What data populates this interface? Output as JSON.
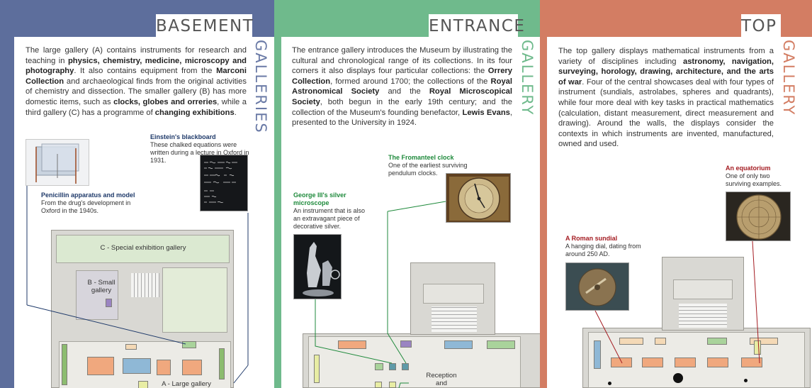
{
  "basement": {
    "title": "BASEMENT",
    "side": "GALLERIES",
    "para": [
      {
        "t": "The large gallery (A) contains instruments for research and teaching in "
      },
      {
        "t": "physics, chemistry, medicine, microscopy and photography",
        "b": 1
      },
      {
        "t": ". It also contains equipment from the "
      },
      {
        "t": "Marconi Collection",
        "b": 1
      },
      {
        "t": " and archaeological finds from the original activities of chemistry and dissection. The smaller gallery (B) has more domestic items, such as "
      },
      {
        "t": "clocks, globes and orreries",
        "b": 1
      },
      {
        "t": ", while a third gallery (C) has a programme of "
      },
      {
        "t": "changing exhibitions",
        "b": 1
      },
      {
        "t": "."
      }
    ],
    "board_title": "Einstein's blackboard",
    "board_text": "These chalked equations were written during a lecture in Oxford in 1931.",
    "peni_title": "Penicillin apparatus and model",
    "peni_text": "From the drug's development in Oxford in the 1940s.",
    "room_c": "C - Special exhibition gallery",
    "room_b": "B - Small gallery",
    "room_a": "A - Large gallery"
  },
  "entrance": {
    "title": "ENTRANCE",
    "side": "GALLERY",
    "para": [
      {
        "t": "The entrance gallery introduces the Museum by illustrating the cultural and chronological range of its collections. In its four corners it also displays four particular collections: the "
      },
      {
        "t": "Orrery Collection",
        "b": 1
      },
      {
        "t": ", formed around 1700; the collections of the "
      },
      {
        "t": "Royal Astronomical Society",
        "b": 1
      },
      {
        "t": " and the "
      },
      {
        "t": "Royal Microscopical Society",
        "b": 1
      },
      {
        "t": ", both begun in the early 19th century; and the collection of the Museum's founding benefactor, "
      },
      {
        "t": "Lewis Evans",
        "b": 1
      },
      {
        "t": ", presented to the University in 1924."
      }
    ],
    "clock_title": "The Fromanteel clock",
    "clock_text": "One of the earliest surviving pendulum clocks.",
    "micro_title": "George III's silver microscope",
    "micro_text": "An instrument that is also an extravagant piece of decorative silver.",
    "reception": "Reception and"
  },
  "top": {
    "title": "TOP",
    "side": "GALLERY",
    "para": [
      {
        "t": "The top gallery displays mathematical instruments from a variety of disciplines including "
      },
      {
        "t": "astronomy, navigation, surveying, horology, drawing, architecture, and the arts of war",
        "b": 1
      },
      {
        "t": ". Four of the central showcases deal with four types of instrument (sundials, astrolabes, spheres and quadrants), while four more deal with key tasks in practical mathematics (calculation, distant measurement, direct measurement and drawing). Around the walls, the displays consider the contexts in which instruments are invented, manufactured, owned and used."
      }
    ],
    "equa_title": "An equatorium",
    "equa_text": "One of only two surviving examples.",
    "sun_title": "A Roman sundial",
    "sun_text": "A hanging dial, dating from around 250 AD."
  },
  "colors": {
    "navy": "#5d6e9c",
    "green": "#6fba8c",
    "terracotta": "#d37d63"
  }
}
